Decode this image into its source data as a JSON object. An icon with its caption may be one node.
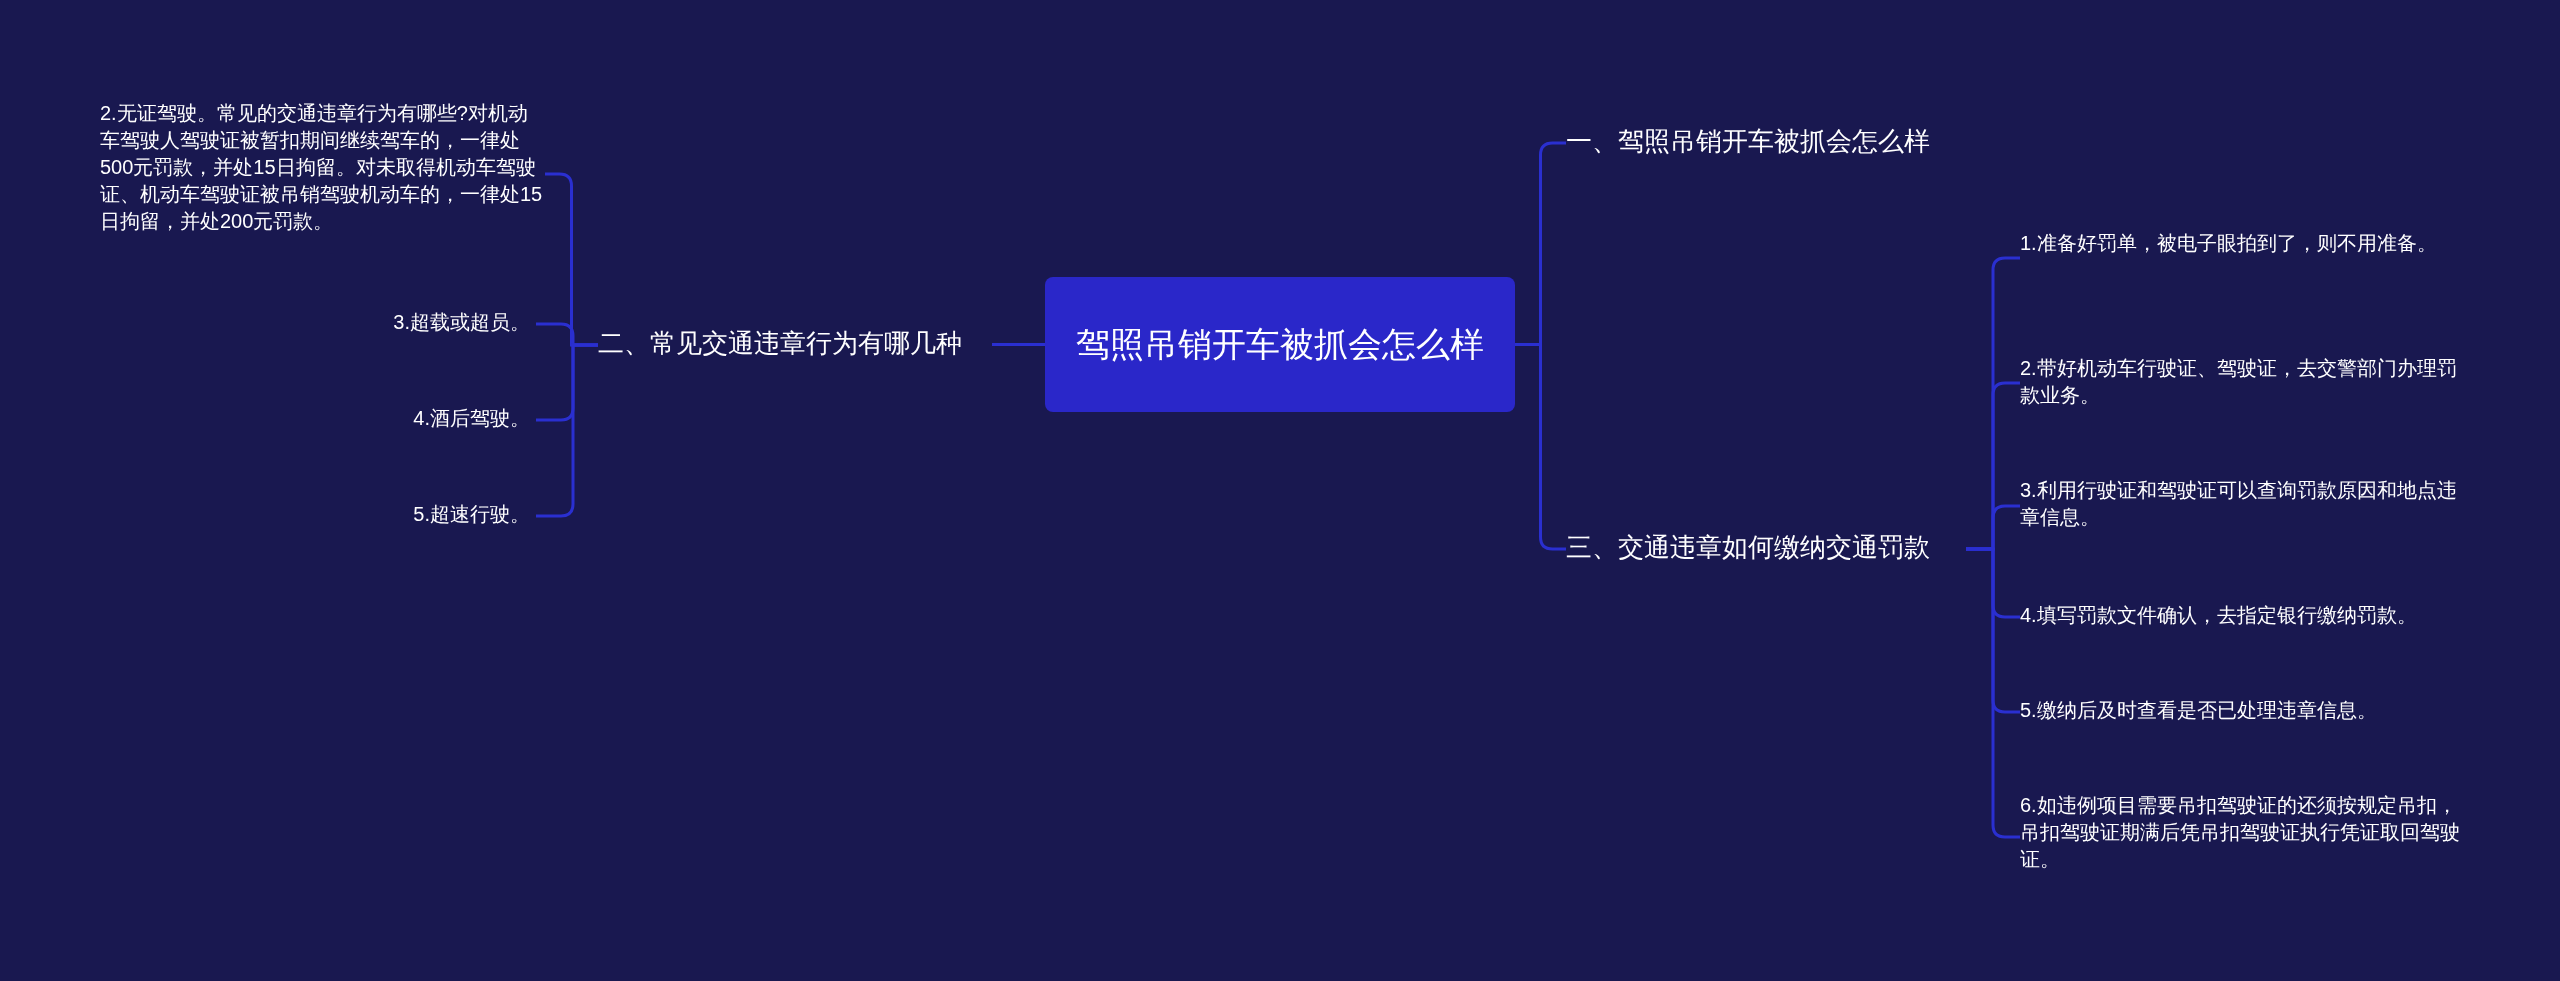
{
  "diagram": {
    "nodes": [
      {
        "text": [
          "驾照吊销开车被抓会怎么样"
        ]
      },
      {
        "text": [
          "一、驾照吊销开车被抓会怎么样"
        ]
      },
      {
        "text": [
          "三、交通违章如何缴纳交通罚款"
        ]
      },
      {
        "text": [
          "二、常见交通违章行为有哪几种"
        ]
      },
      {
        "text": [
          "2.无证驾驶。常见的交通违章行为有哪些?对机动车驾驶人驾驶证被暂扣期间继续驾车的，一律处500元罚款，并处15日拘留。对未取得机动车驾驶证、机动车驾驶证被吊销驾驶机动车的，一律处15日拘留，并处200元罚款。"
        ]
      },
      {
        "text": [
          "3.超载或超员。"
        ]
      },
      {
        "text": [
          "4.酒后驾驶。"
        ]
      },
      {
        "text": [
          "5.超速行驶。"
        ]
      },
      {
        "text": [
          "1.准备好罚单，被电子眼拍到了，则不用准备。"
        ]
      },
      {
        "text": [
          "2.带好机动车行驶证、驾驶证，去交警部门办理罚款业务。"
        ]
      },
      {
        "text": [
          "3.利用行驶证和驾驶证可以查询罚款原因和地点违章信息。"
        ]
      },
      {
        "text": [
          "4.填写罚款文件确认，去指定银行缴纳罚款。"
        ]
      },
      {
        "text": [
          "5.缴纳后及时查看是否已处理违章信息。"
        ]
      },
      {
        "text": [
          "6.如违例项目需要吊扣驾驶证的还须按规定吊扣，吊扣驾驶证期满后凭吊扣驾驶证执行凭证取回驾驶证。"
        ]
      }
    ],
    "edges": [
      {
        "from": 0,
        "to": 1,
        "arrow": "none"
      },
      {
        "from": 0,
        "to": 2,
        "arrow": "none"
      },
      {
        "from": 0,
        "to": 3,
        "arrow": "none"
      },
      {
        "from": 3,
        "to": 4,
        "arrow": "none"
      },
      {
        "from": 3,
        "to": 5,
        "arrow": "none"
      },
      {
        "from": 3,
        "to": 6,
        "arrow": "none"
      },
      {
        "from": 3,
        "to": 7,
        "arrow": "none"
      },
      {
        "from": 2,
        "to": 8,
        "arrow": "none"
      },
      {
        "from": 2,
        "to": 9,
        "arrow": "none"
      },
      {
        "from": 2,
        "to": 10,
        "arrow": "none"
      },
      {
        "from": 2,
        "to": 11,
        "arrow": "none"
      },
      {
        "from": 2,
        "to": 12,
        "arrow": "none"
      },
      {
        "from": 2,
        "to": 13,
        "arrow": "none"
      }
    ]
  }
}
